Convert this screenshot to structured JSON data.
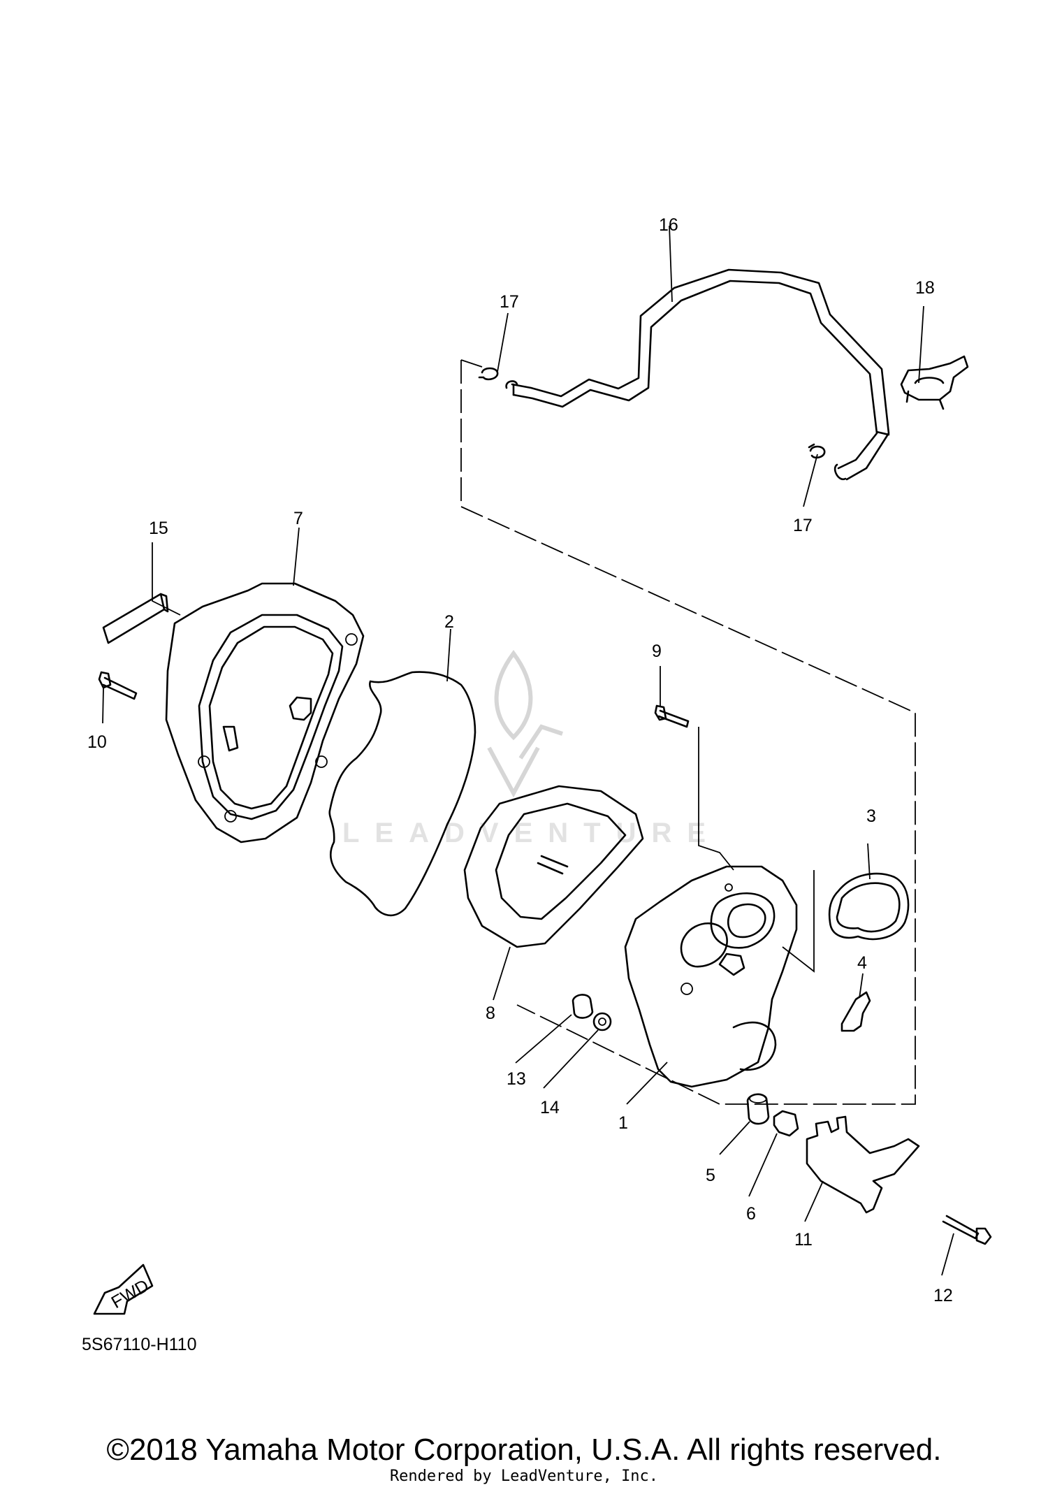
{
  "diagram": {
    "code": "5S67110-H110",
    "copyright": "©2018 Yamaha Motor Corporation, U.S.A. All rights reserved.",
    "rendered_by": "Rendered by LeadVenture, Inc.",
    "watermark": "LEADVENTURE",
    "fwd_label": "FWD",
    "callouts": {
      "p1": "1",
      "p2": "2",
      "p3": "3",
      "p4": "4",
      "p5": "5",
      "p6": "6",
      "p7": "7",
      "p8": "8",
      "p9": "9",
      "p10": "10",
      "p11": "11",
      "p12": "12",
      "p13": "13",
      "p14": "14",
      "p15": "15",
      "p16": "16",
      "p17a": "17",
      "p17b": "17",
      "p18": "18"
    }
  }
}
